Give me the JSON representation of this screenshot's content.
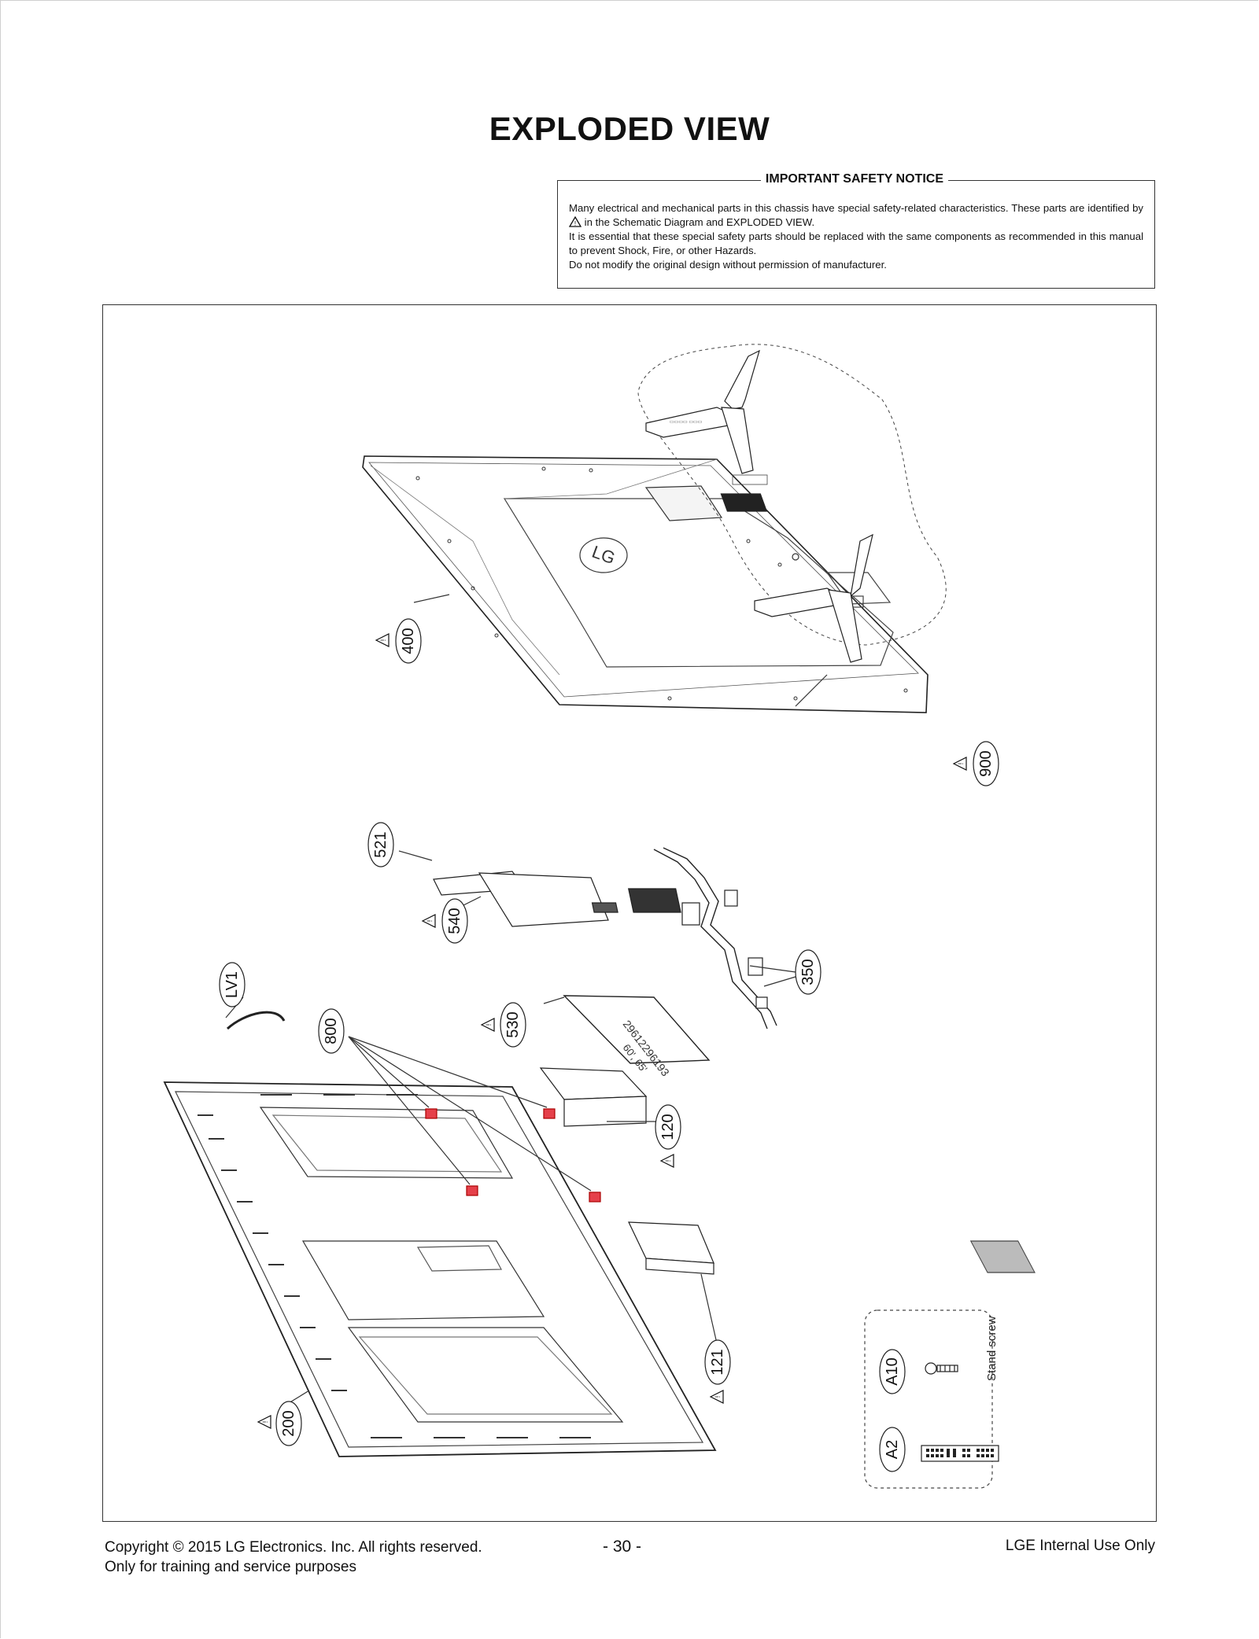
{
  "title": "EXPLODED VIEW",
  "notice": {
    "title": "IMPORTANT SAFETY NOTICE",
    "line1a": "Many electrical and mechanical parts in this chassis have special safety-related characteristics. These parts are identified by",
    "line1b": "in the Schematic Diagram and EXPLODED VIEW.",
    "line2": "It is essential that these special safety parts should be replaced with the same components as recommended in this manual to prevent Shock, Fire, or other Hazards.",
    "line3": "Do not modify the original design without permission of manufacturer."
  },
  "parts": {
    "p400": "400",
    "p900": "900",
    "p521": "521",
    "p540": "540",
    "p350": "350",
    "pLV1": "LV1",
    "p800": "800",
    "p530": "530",
    "p120": "120",
    "p121": "121",
    "p200": "200",
    "pA10": "A10",
    "pA2": "A2"
  },
  "accessories": {
    "stand_screw_label": "Stand screw"
  },
  "panel_marking": {
    "line1": "29612296193",
    "line2": "60', 65'"
  },
  "footer": {
    "copyright": "Copyright  © 2015 LG Electronics. Inc. All rights reserved.",
    "purpose": "Only for training and service purposes",
    "page_number": "- 30 -",
    "internal": "LGE Internal Use Only"
  }
}
